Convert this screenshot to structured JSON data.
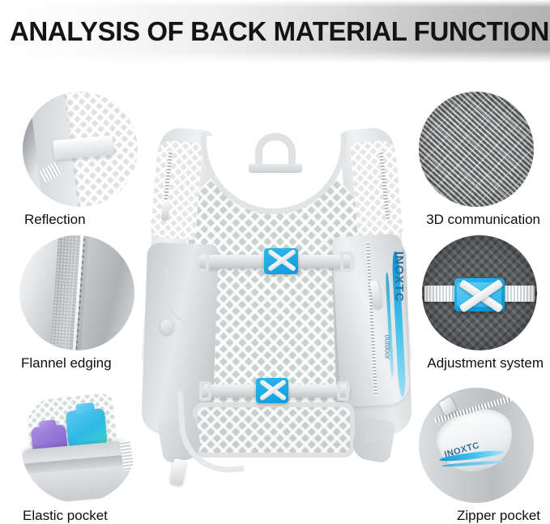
{
  "header": {
    "title": "ANALYSIS OF BACK MATERIAL FUNCTION",
    "gradient_from": "#ffffff",
    "gradient_to": "#b2b2b2",
    "text_color": "#141414"
  },
  "features": [
    {
      "id": "reflection",
      "label": "Reflection",
      "side": "left"
    },
    {
      "id": "3d-communication",
      "label": "3D communication",
      "side": "right"
    },
    {
      "id": "flannel-edging",
      "label": "Flannel edging",
      "side": "left"
    },
    {
      "id": "adjustment-system",
      "label": "Adjustment system",
      "side": "right"
    },
    {
      "id": "elastic-pocket",
      "label": "Elastic pocket",
      "side": "left"
    },
    {
      "id": "zipper-pocket",
      "label": "Zipper pocket",
      "side": "right"
    }
  ],
  "product": {
    "name": "hydration running vest",
    "view": "back",
    "brand": "INOXTC",
    "brand_sub": "outdoor",
    "accent_color": "#1fa8e0",
    "body_color": "#d3d6d9"
  },
  "colors": {
    "background": "#ffffff",
    "label_text": "#0e0e0e",
    "mesh_gray": "#ccd0d1",
    "dark_mesh": "#5b5d60",
    "cyan_buckle": "#2fb8ef",
    "gel_purple": "#8d6fd4",
    "gel_teal": "#39d6c8"
  }
}
